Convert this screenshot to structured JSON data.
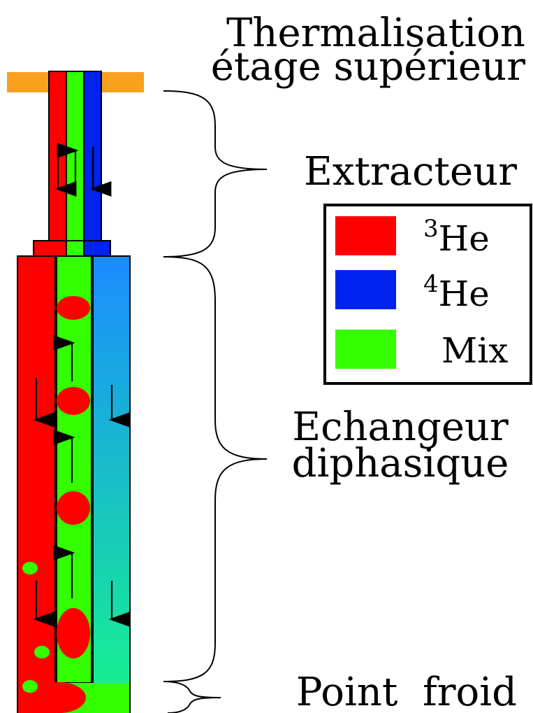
{
  "labels": {
    "thermalisation_line1": "Thermalisation",
    "thermalisation_line2": "étage supérieur",
    "extracteur": "Extracteur",
    "echangeur_line1": "Echangeur",
    "echangeur_line2": "diphasique",
    "point_froid": "Point  froid"
  },
  "legend": {
    "items": [
      {
        "sup": "3",
        "text": "He",
        "color": "#ff0000"
      },
      {
        "sup": "4",
        "text": "He",
        "color": "#0022ee"
      },
      {
        "sup": "",
        "text": "Mix",
        "color": "#33ff00"
      }
    ]
  },
  "colors": {
    "helium3": "#ff0000",
    "helium4": "#0022ee",
    "mix": "#33ff00",
    "thermal_plate": "#f8a11e",
    "gradient_top": "#1a8cff",
    "gradient_bottom": "#16f48c"
  }
}
